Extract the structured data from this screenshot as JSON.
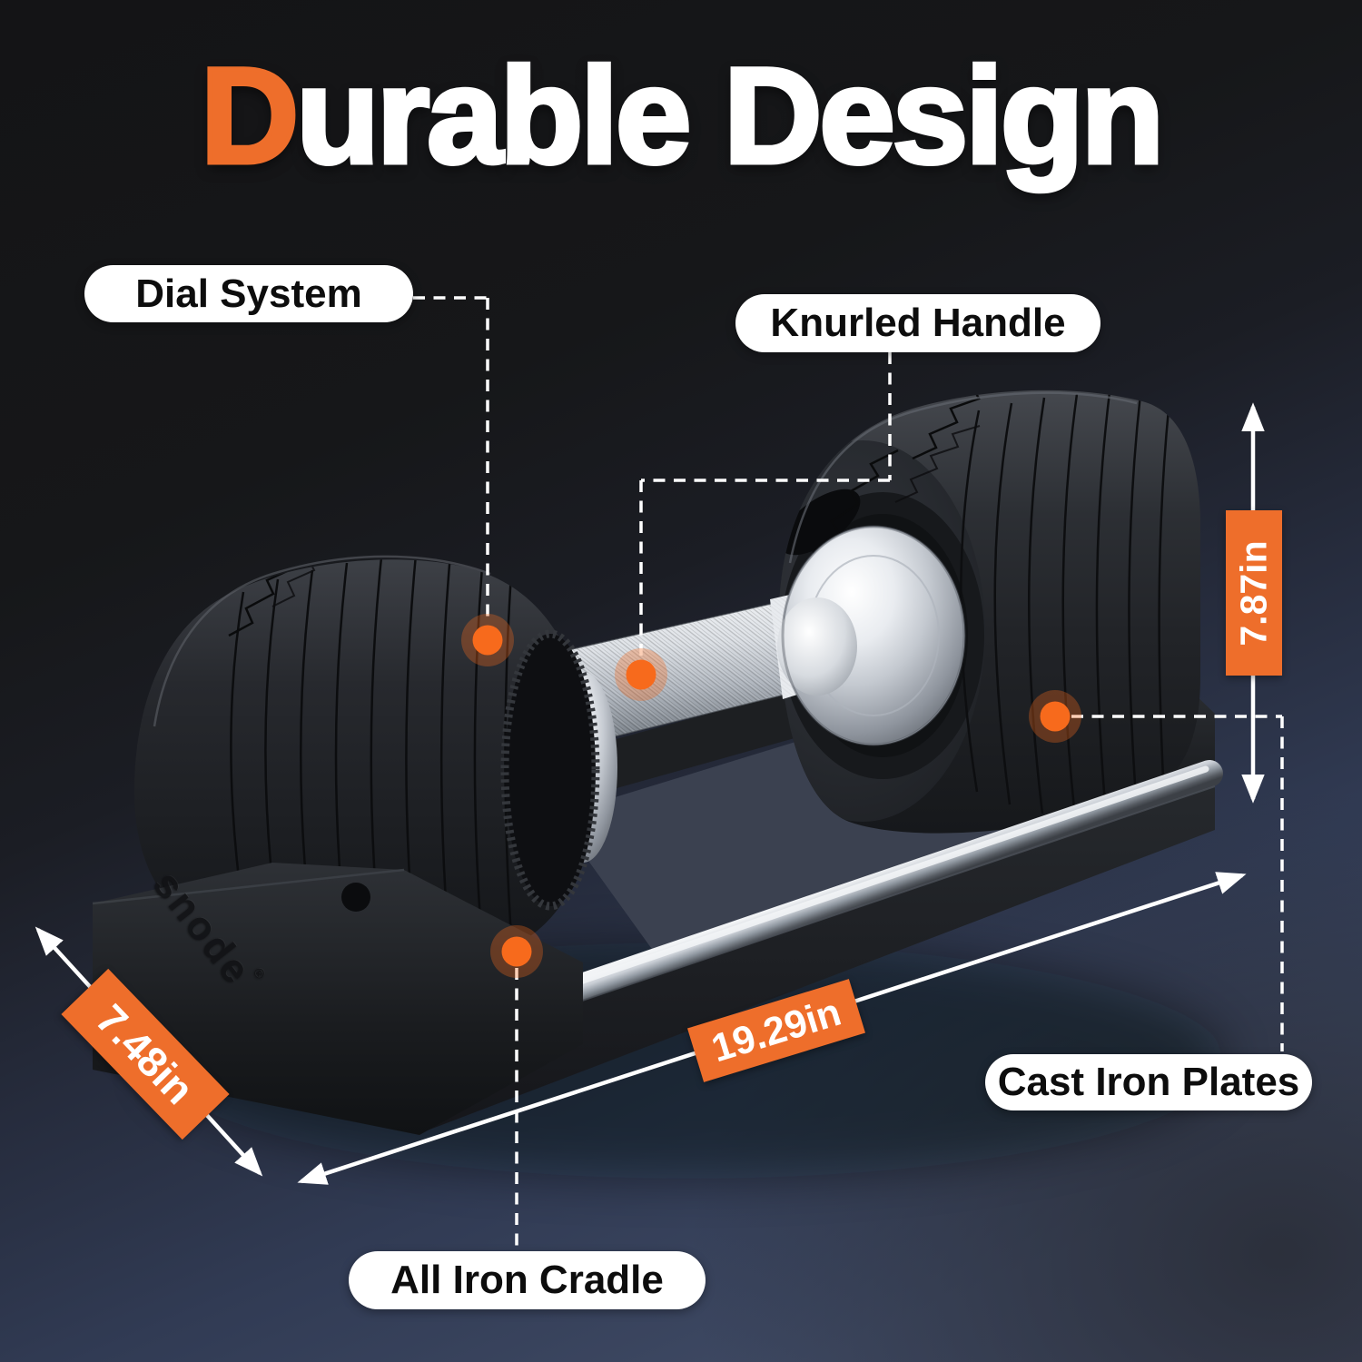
{
  "header": {
    "title_accent": "D",
    "title_rest": "urable Design"
  },
  "callouts": [
    {
      "id": "dial-system",
      "label": "Dial System"
    },
    {
      "id": "knurled-handle",
      "label": "Knurled Handle"
    },
    {
      "id": "cast-iron-plates",
      "label": "Cast Iron Plates"
    },
    {
      "id": "all-iron-cradle",
      "label": "All Iron Cradle"
    }
  ],
  "dimensions": {
    "height_label": "7.87in",
    "length_label": "19.29in",
    "width_label": "7.48in"
  },
  "brand": {
    "logo_text": "snode",
    "registered_mark": "®"
  },
  "colors": {
    "accent_orange": "#EE6E2B",
    "indicator_dot": "#F76A1C",
    "pill_bg": "#FFFFFF",
    "pill_text": "#0D0D0D",
    "line_white": "#FFFFFF",
    "bg_top": "#141416",
    "bg_bottom_left": "#424B66",
    "bg_bottom_right": "#33363F"
  }
}
